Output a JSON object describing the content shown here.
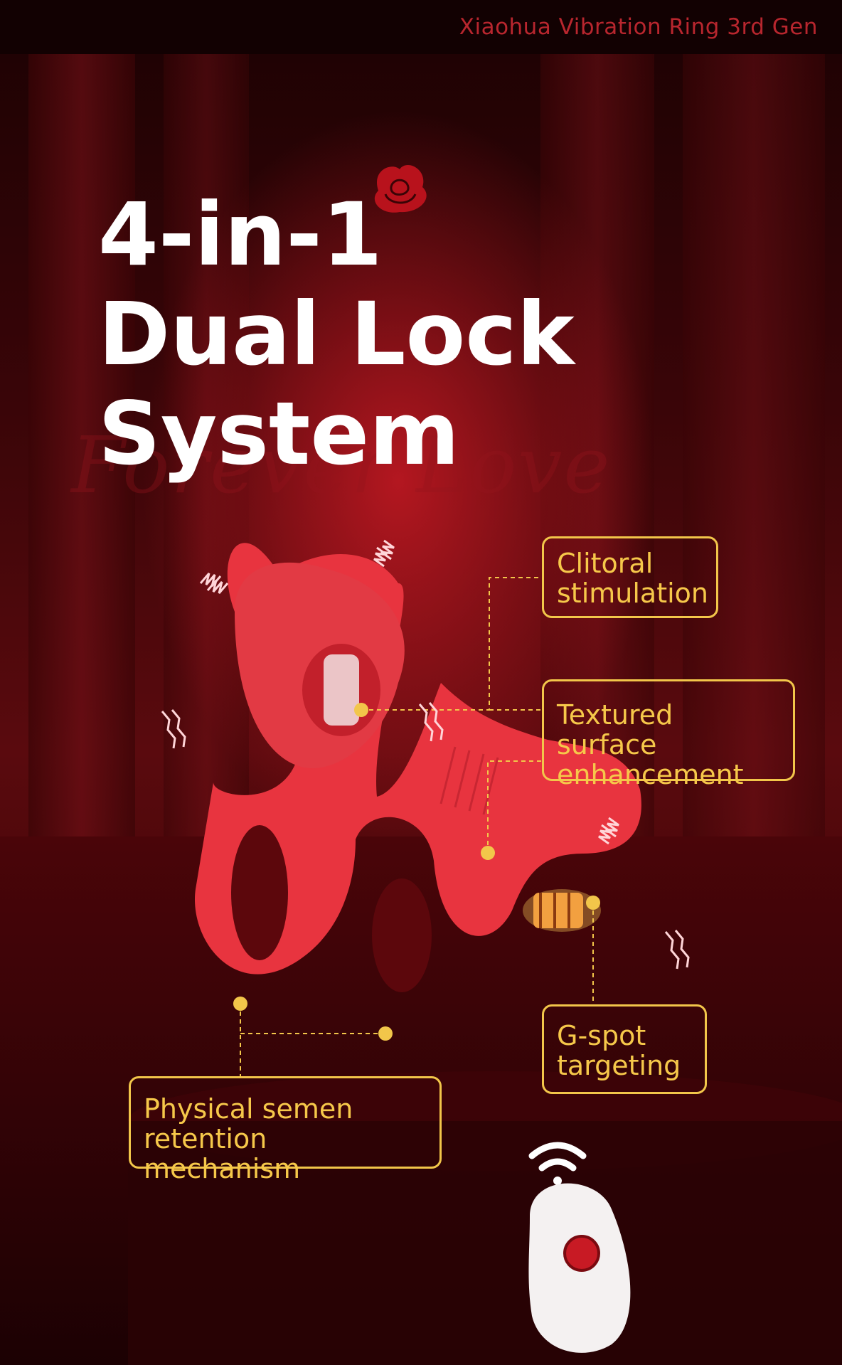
{
  "header": {
    "brand": "Xiaohua Vibration Ring 3rd Gen"
  },
  "hero": {
    "line1": "4-in-1",
    "line2": "Dual Lock",
    "line3": "System",
    "script_text": "Forever Love"
  },
  "features": [
    {
      "line1": "Clitoral",
      "line2": "stimulation"
    },
    {
      "line1": "Textured surface",
      "line2": "enhancement"
    },
    {
      "line1": "G-spot",
      "line2": "targeting"
    },
    {
      "line1": "Physical semen",
      "line2": "retention mechanism"
    }
  ],
  "icons": [
    "rose-icon",
    "vibration-icon",
    "wireless-signal-icon",
    "remote-control"
  ],
  "colors": {
    "accent": "#f2c64a",
    "product": "#e8343f",
    "brand_text": "#b8262e",
    "background": "#3a0508"
  }
}
